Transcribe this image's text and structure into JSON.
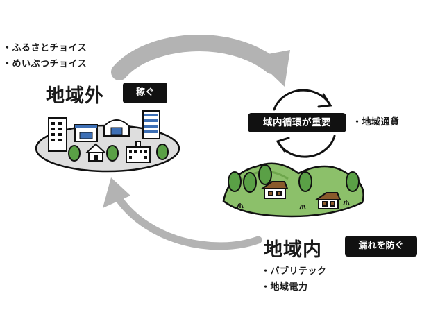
{
  "outside": {
    "bullets": [
      "・ふるさとチョイス",
      "・めいぶつチョイス"
    ],
    "title": "地域外",
    "tag": "稼ぐ"
  },
  "circulation": {
    "label": "域内循環が重要",
    "note": "・地域通貨"
  },
  "inside": {
    "title": "地域内",
    "tag": "漏れを防ぐ",
    "bullets": [
      "・パブリテック",
      "・地域電力"
    ]
  },
  "colors": {
    "arrow_gray": "#b3b3b3",
    "city_ground": "#dedede",
    "hill_green": "#8cc06a",
    "hill_dark": "#6ea64c",
    "tree_green": "#5aa046",
    "house_brown": "#8a5a2b",
    "tag_bg": "#111111"
  }
}
